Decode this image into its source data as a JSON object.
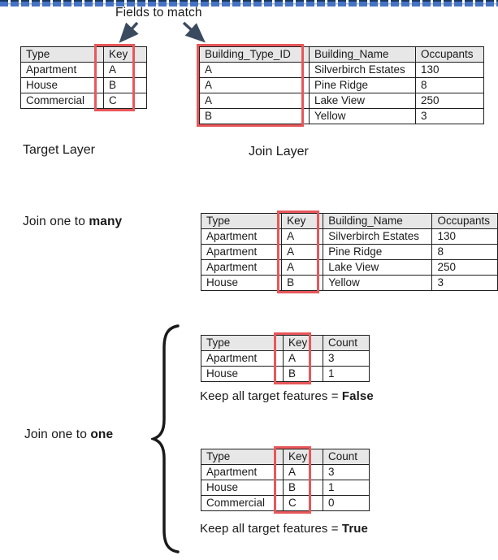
{
  "header": {
    "title": "Fields to match"
  },
  "labels": {
    "target_layer": "Target Layer",
    "join_layer": "Join Layer"
  },
  "sections": {
    "join_many": {
      "label_prefix": "Join one to ",
      "label_bold": "many"
    },
    "join_one": {
      "label_prefix": "Join one to ",
      "label_bold": "one"
    },
    "keep_false": {
      "prefix": "Keep all target features = ",
      "value": "False"
    },
    "keep_true": {
      "prefix": "Keep all target features = ",
      "value": "True"
    }
  },
  "icons": {
    "arrow_left": "arrow-down-left",
    "arrow_right": "arrow-down-right",
    "brace": "curly-brace"
  },
  "colors": {
    "key_highlight": "#e8575a",
    "arrow": "#3a4a5f",
    "divider_blue": "#4472c4",
    "divider_dark": "#17375e",
    "table_header_bg": "#e7e7e7"
  },
  "tables": {
    "target": {
      "headers": [
        "Type",
        "Key"
      ],
      "rows": [
        [
          "Apartment",
          "A"
        ],
        [
          "House",
          "B"
        ],
        [
          "Commercial",
          "C"
        ]
      ]
    },
    "join_layer": {
      "headers": [
        "Building_Type_ID",
        "Building_Name",
        "Occupants"
      ],
      "rows": [
        [
          "A",
          "Silverbirch Estates",
          "130"
        ],
        [
          "A",
          "Pine Ridge",
          "8"
        ],
        [
          "A",
          "Lake View",
          "250"
        ],
        [
          "B",
          "Yellow",
          "3"
        ]
      ]
    },
    "join_many": {
      "headers": [
        "Type",
        "Key",
        "Building_Name",
        "Occupants"
      ],
      "rows": [
        [
          "Apartment",
          "A",
          "Silverbirch Estates",
          "130"
        ],
        [
          "Apartment",
          "A",
          "Pine Ridge",
          "8"
        ],
        [
          "Apartment",
          "A",
          "Lake View",
          "250"
        ],
        [
          "House",
          "B",
          "Yellow",
          "3"
        ]
      ]
    },
    "one_to_one_false": {
      "headers": [
        "Type",
        "Key",
        "Count"
      ],
      "rows": [
        [
          "Apartment",
          "A",
          "3"
        ],
        [
          "House",
          "B",
          "1"
        ]
      ]
    },
    "one_to_one_true": {
      "headers": [
        "Type",
        "Key",
        "Count"
      ],
      "rows": [
        [
          "Apartment",
          "A",
          "3"
        ],
        [
          "House",
          "B",
          "1"
        ],
        [
          "Commercial",
          "C",
          "0"
        ]
      ]
    }
  }
}
